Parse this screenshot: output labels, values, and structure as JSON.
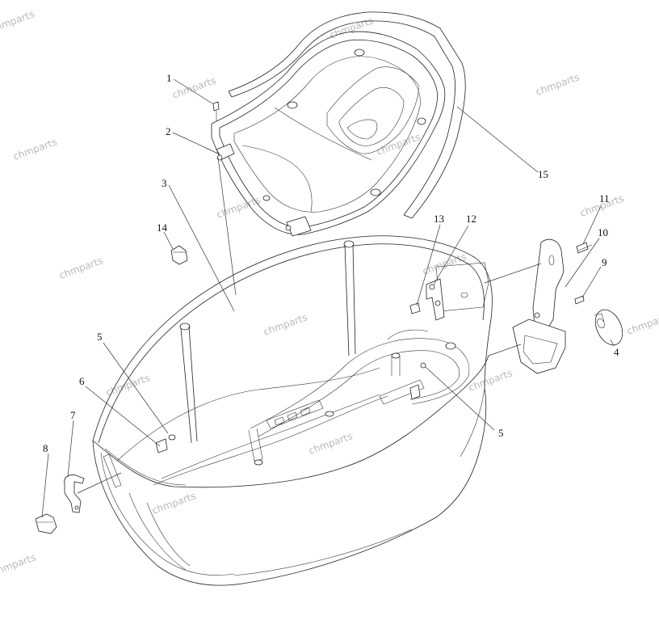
{
  "watermark_text": "chmparts",
  "callouts": [
    {
      "id": "c1",
      "label": "1"
    },
    {
      "id": "c2",
      "label": "2"
    },
    {
      "id": "c3",
      "label": "3"
    },
    {
      "id": "c4",
      "label": "4"
    },
    {
      "id": "c5a",
      "label": "5"
    },
    {
      "id": "c5b",
      "label": "5"
    },
    {
      "id": "c6",
      "label": "6"
    },
    {
      "id": "c7",
      "label": "7"
    },
    {
      "id": "c8",
      "label": "8"
    },
    {
      "id": "c9",
      "label": "9"
    },
    {
      "id": "c10",
      "label": "10"
    },
    {
      "id": "c11",
      "label": "11"
    },
    {
      "id": "c12",
      "label": "12"
    },
    {
      "id": "c13",
      "label": "13"
    },
    {
      "id": "c14",
      "label": "14"
    },
    {
      "id": "c15",
      "label": "15"
    }
  ]
}
